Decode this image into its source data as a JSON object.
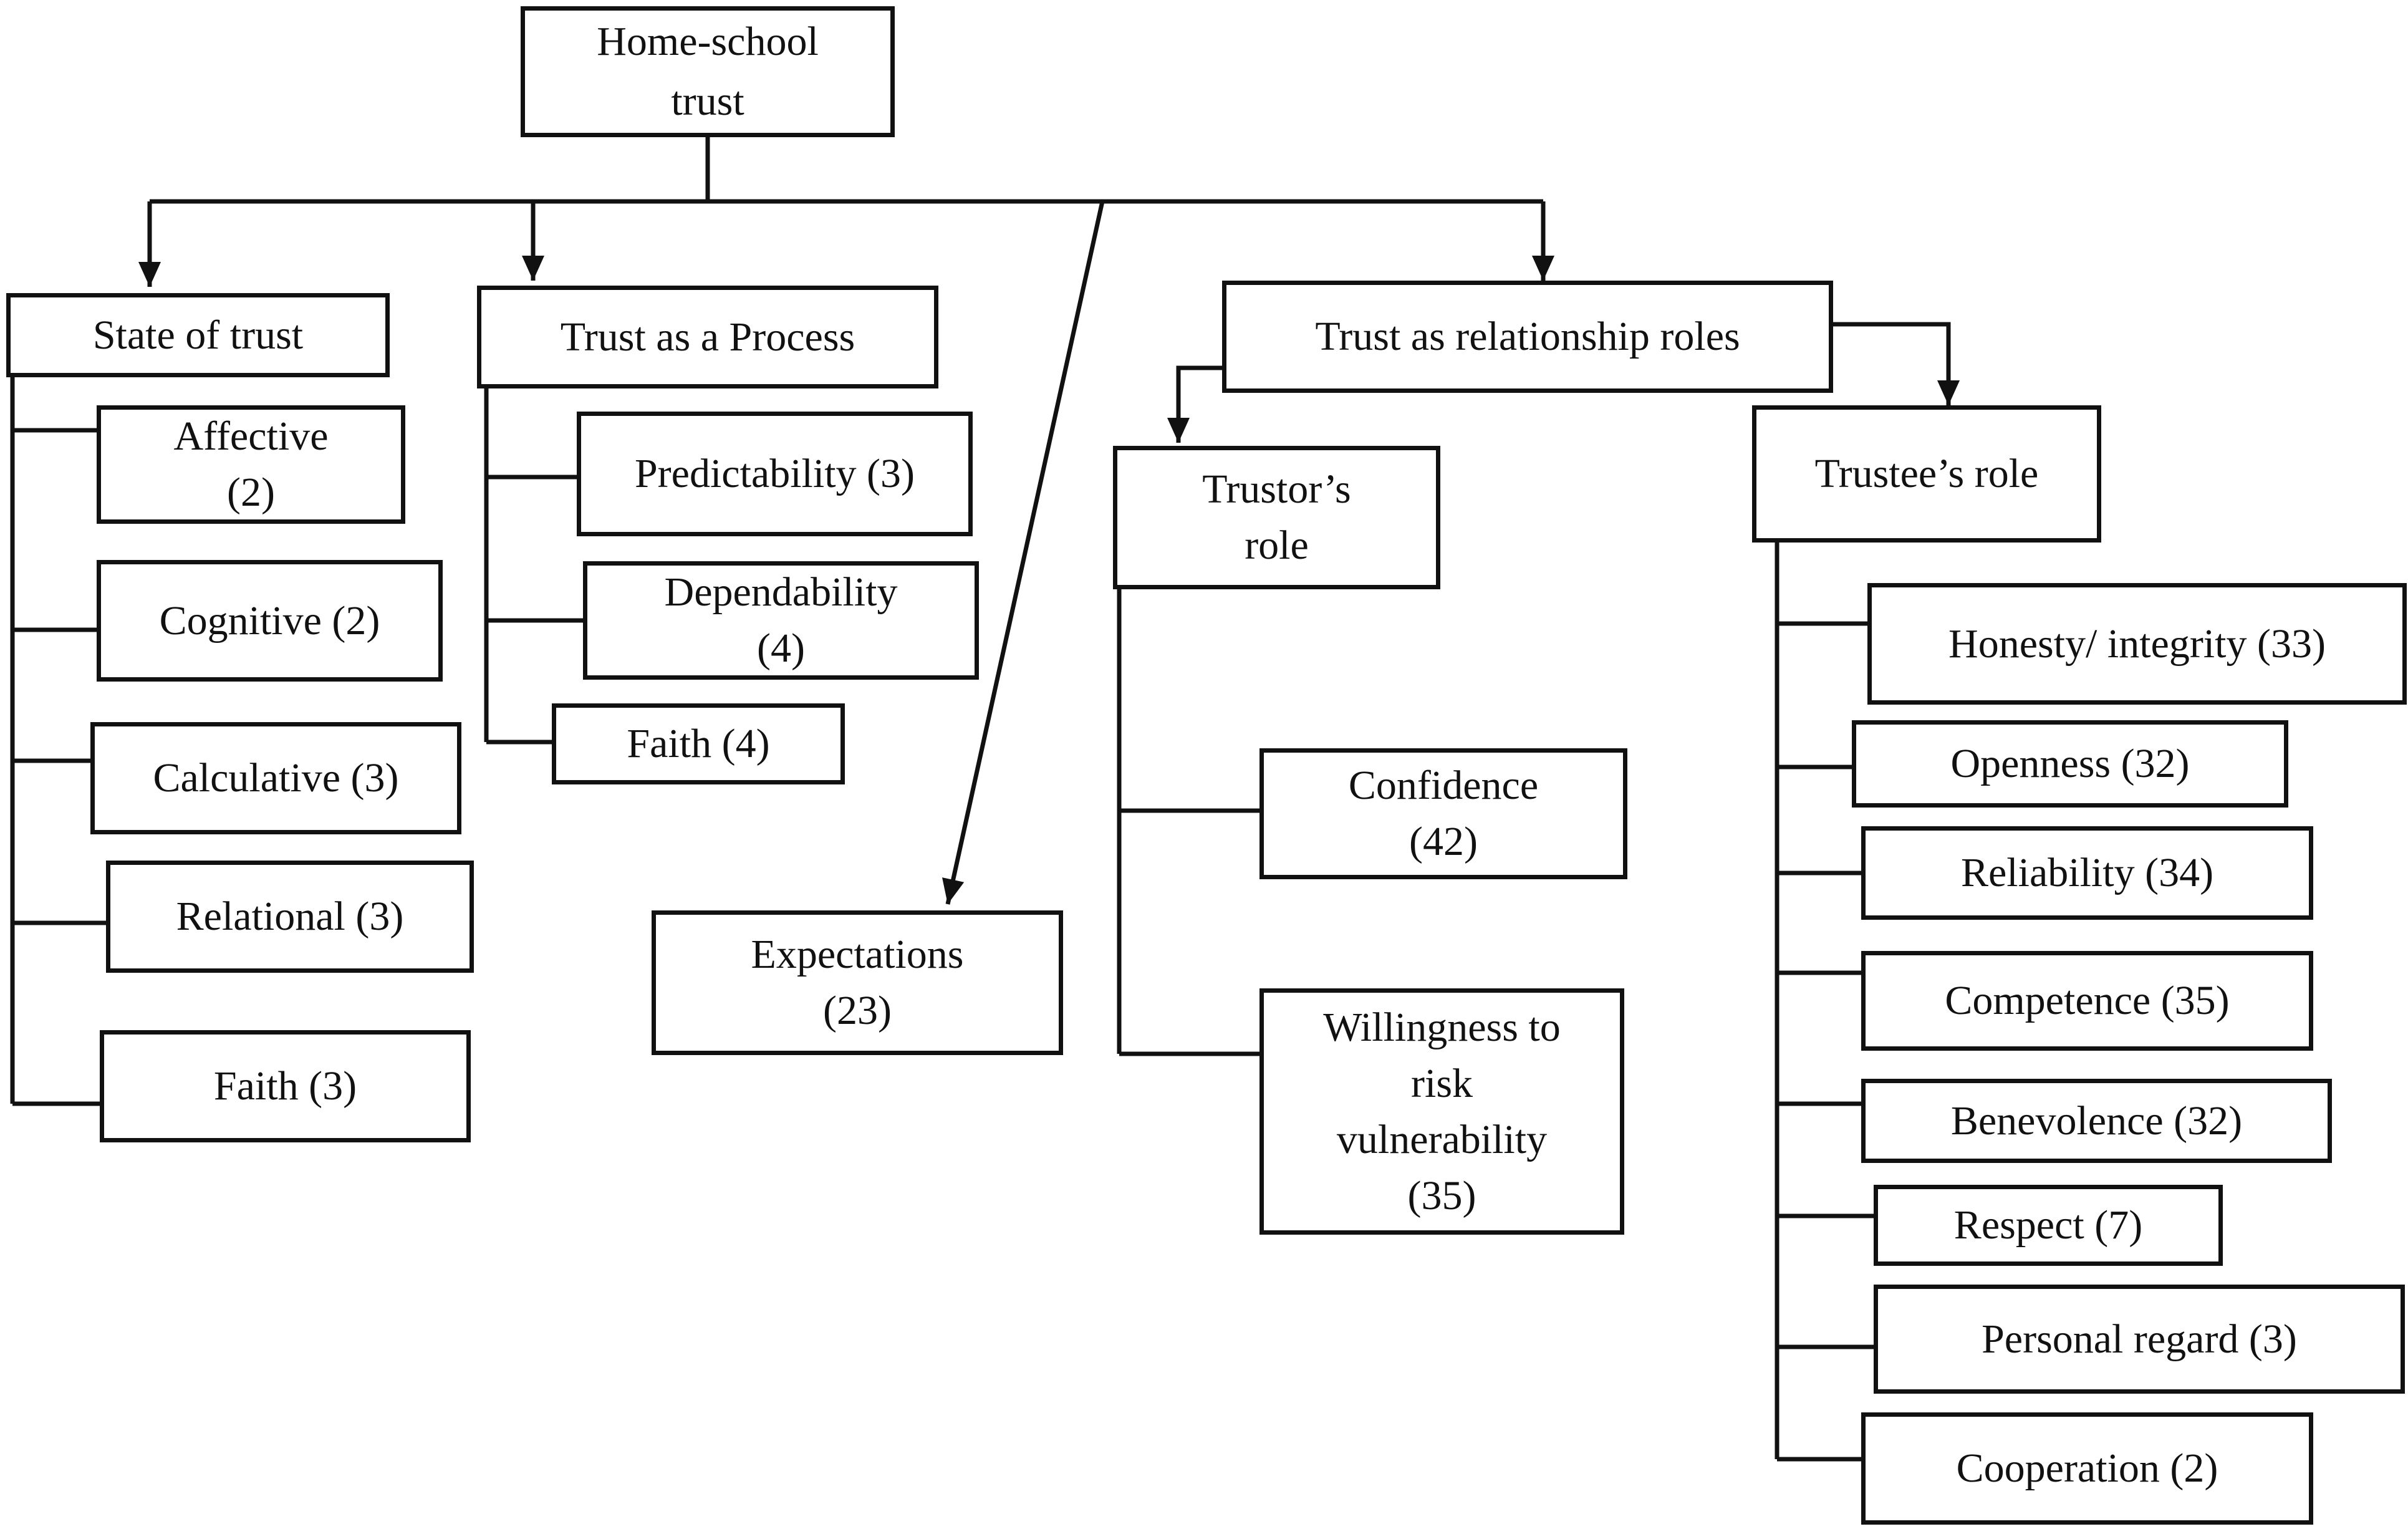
{
  "root": {
    "label": "Home-school\ntrust"
  },
  "branches": {
    "state": {
      "label": "State of trust",
      "items": [
        "Affective\n(2)",
        "Cognitive (2)",
        "Calculative (3)",
        "Relational (3)",
        "Faith (3)"
      ]
    },
    "process": {
      "label": "Trust as a Process",
      "items": [
        "Predictability (3)",
        "Dependability\n(4)",
        "Faith (4)"
      ]
    },
    "expectations": {
      "label": "Expectations\n(23)"
    },
    "roles": {
      "label": "Trust as relationship roles",
      "trustor": {
        "label": "Trustor’s\nrole",
        "items": [
          "Confidence\n(42)",
          "Willingness to\nrisk\nvulnerability\n(35)"
        ]
      },
      "trustee": {
        "label": "Trustee’s role",
        "items": [
          "Honesty/ integrity (33)",
          "Openness (32)",
          "Reliability (34)",
          "Competence (35)",
          "Benevolence (32)",
          "Respect (7)",
          "Personal regard (3)",
          "Cooperation (2)"
        ]
      }
    }
  },
  "style": {
    "line_color": "#111111",
    "box_fill": "#ffffff"
  }
}
